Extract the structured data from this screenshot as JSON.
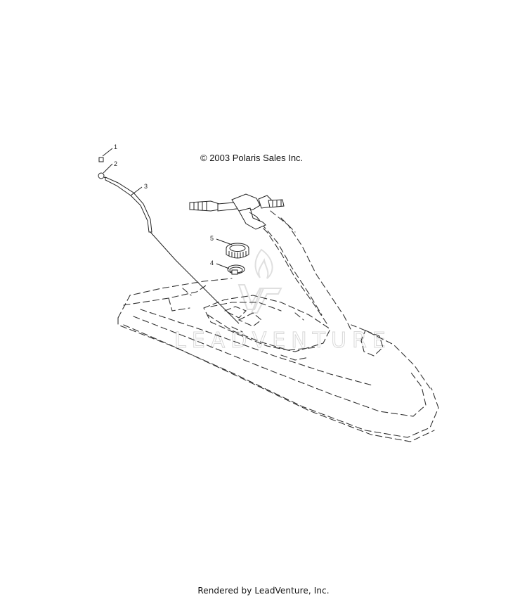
{
  "diagram": {
    "copyright": "© 2003 Polaris Sales Inc.",
    "footer": "Rendered by LeadVenture, Inc.",
    "watermark": "LEADVENTURE",
    "callouts": [
      "1",
      "2",
      "3",
      "4",
      "5"
    ],
    "line_color": "#333333",
    "watermark_color": "#d8d8d8"
  }
}
